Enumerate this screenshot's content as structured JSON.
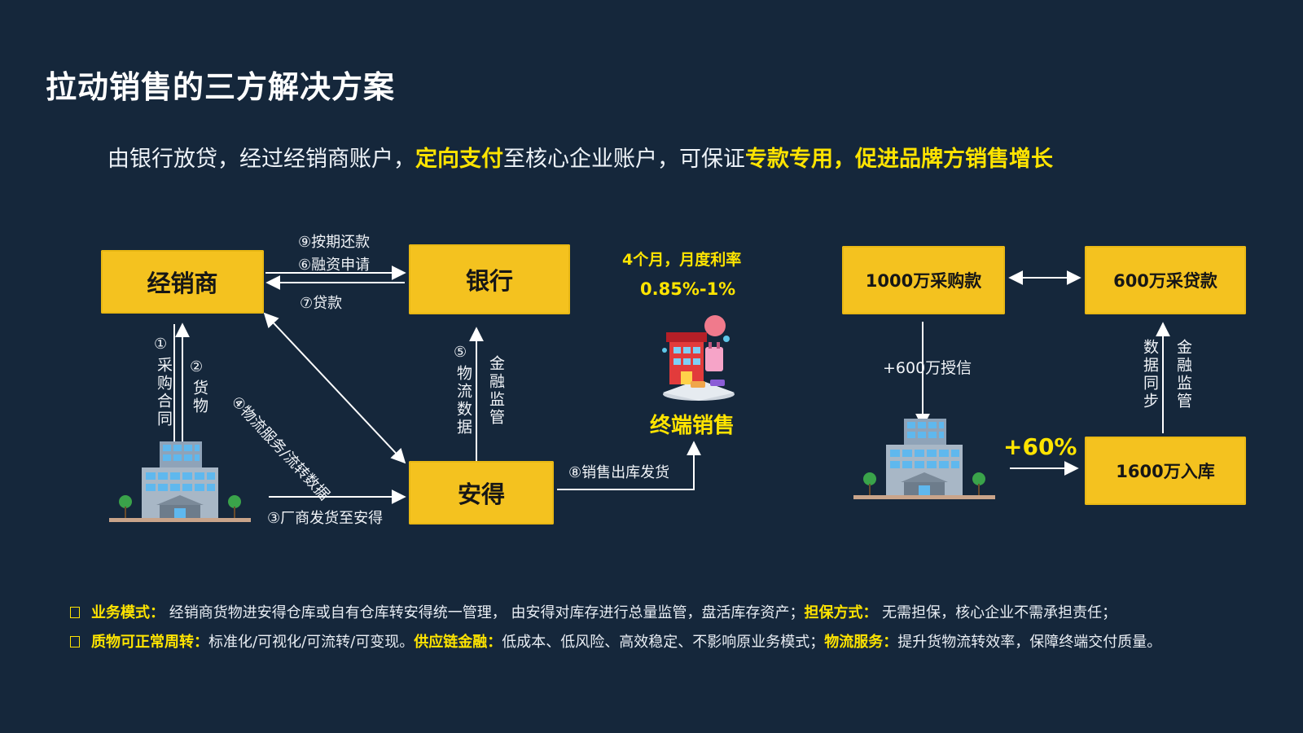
{
  "title": "拉动销售的三方解决方案",
  "subtitle": {
    "p1": "由银行放贷，经过经销商账户，",
    "h1": "定向支付",
    "p2": "至核心企业账户，可保证",
    "h2": "专款专用，促进品牌方销售增长"
  },
  "nodes": {
    "dealer": "经销商",
    "bank": "银行",
    "ande": "安得",
    "terminal_sales": "终端销售",
    "purchase_1000": "1000万采购款",
    "loan_600": "600万采贷款",
    "stock_1600": "1600万入库"
  },
  "edges": {
    "repay": "⑨按期还款",
    "apply": "⑥融资申请",
    "loan": "⑦贷款",
    "contract_num": "①",
    "contract": "采购合同",
    "goods_num": "②",
    "goods": "货物",
    "logistics_data_diag": "④物流服务/流转数据",
    "logistics_num": "⑤",
    "logistics_data": "物流数据",
    "finance_supervise": "金融监管",
    "ship": "③厂商发货至安得",
    "sales_out": "⑧销售出库发货",
    "credit": "+600万授信",
    "data_sync": "数据同步",
    "finance_supervise_2": "金融监管",
    "plus_60": "+60%"
  },
  "rate": {
    "line1": "4个月，月度利率",
    "line2": "0.85%-1%"
  },
  "bottom": {
    "line1": {
      "k1": "业务模式：",
      "t1": " 经销商货物进安得仓库或自有仓库转安得统一管理， 由安得对库存进行总量监管，盘活库存资产；",
      "k2": "担保方式：",
      "t2": "  无需担保，核心企业不需承担责任；"
    },
    "line2": {
      "k1": "质物可正常周转：",
      "t1": "标准化/可视化/可流转/可变现。",
      "k2": "供应链金融：",
      "t2": "低成本、低风险、高效稳定、不影响原业务模式；",
      "k3": "物流服务：",
      "t3": "提升货物流转效率，保障终端交付质量。"
    }
  },
  "colors": {
    "background": "#15273b",
    "box": "#f4c21f",
    "highlight": "#ffe400"
  }
}
